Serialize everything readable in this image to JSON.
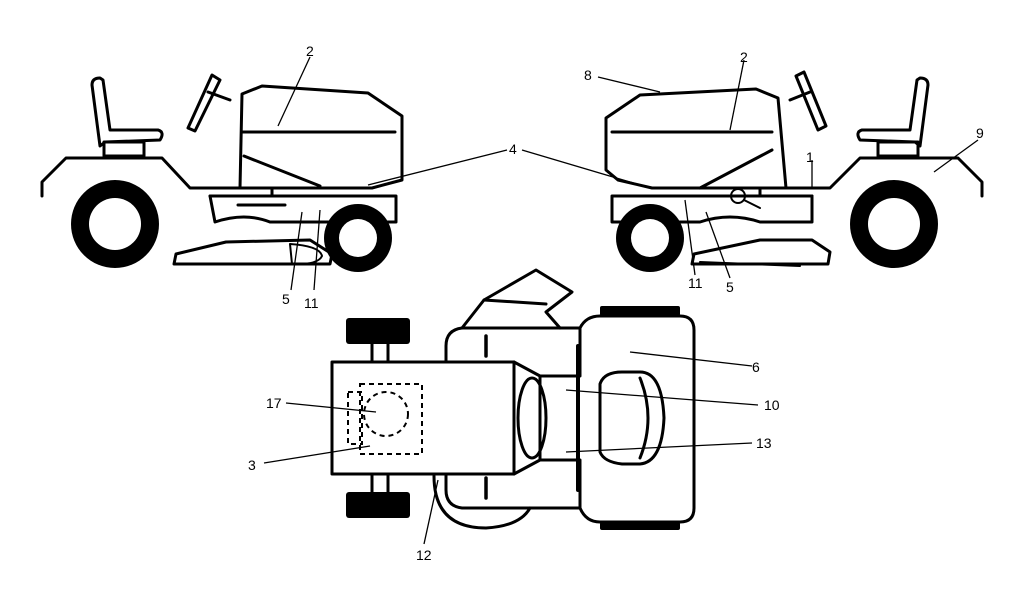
{
  "callouts": {
    "left_view": {
      "c2": "2",
      "c4": "4",
      "c5": "5",
      "c11": "11"
    },
    "right_view": {
      "c8": "8",
      "c2": "2",
      "c1": "1",
      "c9": "9",
      "c11": "11",
      "c5": "5"
    },
    "top_view": {
      "c6": "6",
      "c10": "10",
      "c13": "13",
      "c17": "17",
      "c3": "3",
      "c12": "12"
    }
  }
}
